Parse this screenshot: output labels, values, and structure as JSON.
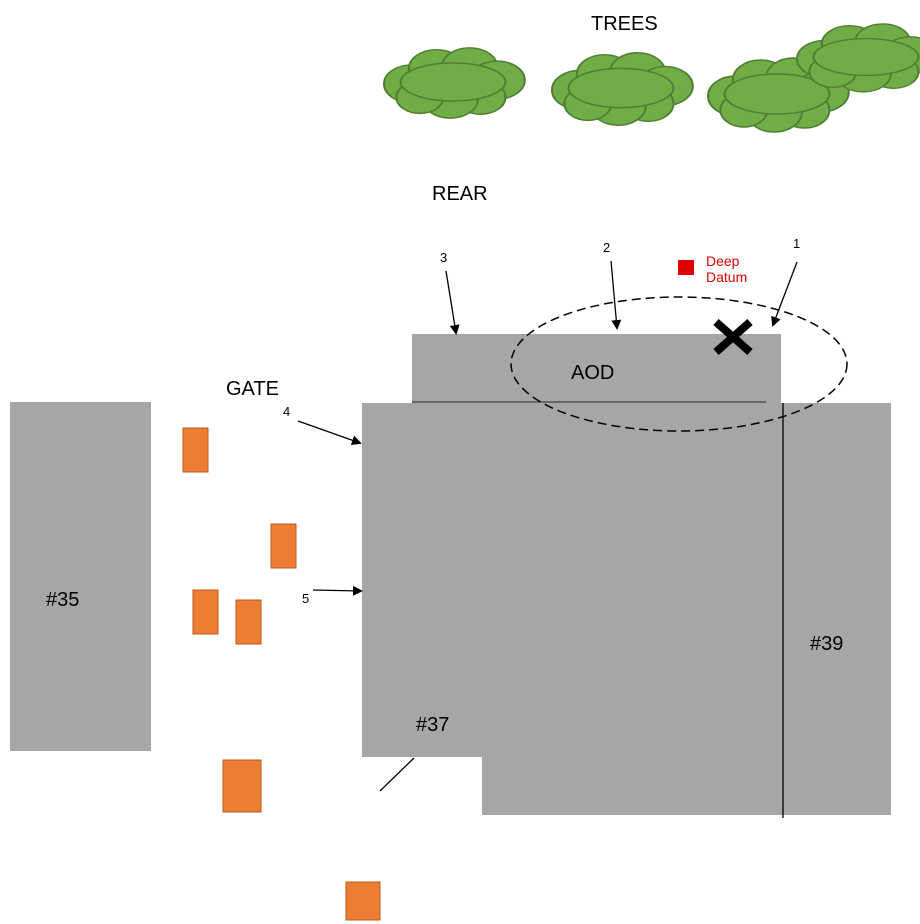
{
  "labels": {
    "trees": "TREES",
    "rear": "REAR",
    "gate": "GATE",
    "aod": "AOD",
    "house_35": "#35",
    "house_37": "#37",
    "house_39": "#39",
    "deep_datum_line1": "Deep",
    "deep_datum_line2": "Datum"
  },
  "points": [
    "1",
    "2",
    "3",
    "4",
    "5"
  ],
  "colors": {
    "building": "#a6a6a6",
    "tree_fill": "#70ad47",
    "tree_stroke": "#507e32",
    "orange_marker": "#ed7d31",
    "orange_stroke": "#b85a1e",
    "datum_red": "#e00000"
  },
  "icons": {
    "cross": "x-mark-icon",
    "datum": "red-square-icon"
  }
}
